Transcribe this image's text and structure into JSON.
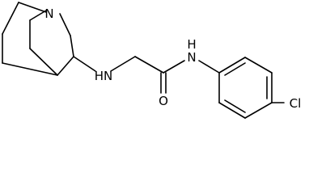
{
  "molecule": {
    "atoms": {
      "quinuclidine_n": "N",
      "amine_nh": "HN",
      "carbonyl_o": "O",
      "amide_nh": "N",
      "amide_h": "H",
      "chlorine": "Cl"
    }
  }
}
